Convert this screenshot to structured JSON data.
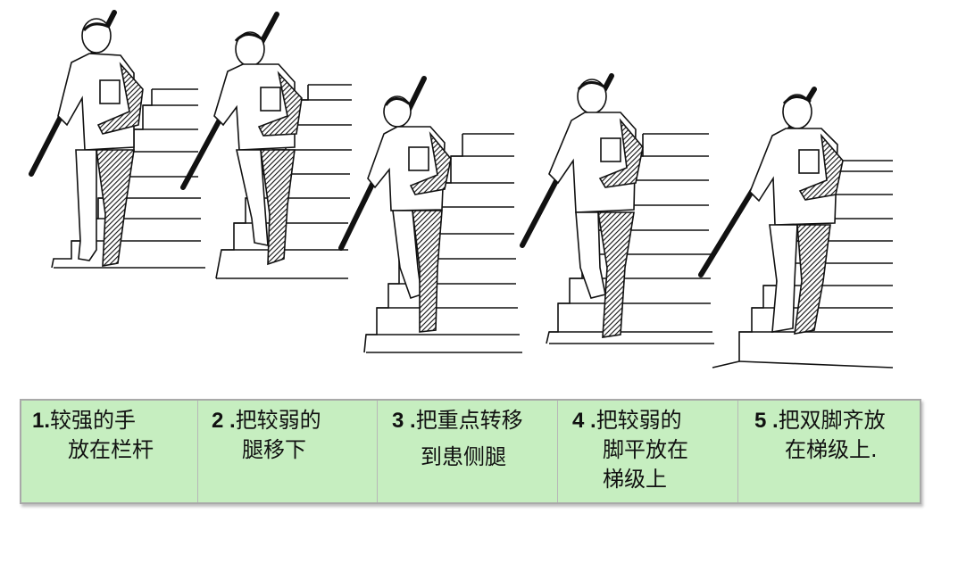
{
  "steps": [
    {
      "number": "1.",
      "lines": [
        "较强的手",
        "放在栏杆"
      ]
    },
    {
      "number": "2 .",
      "lines": [
        "把较弱的",
        "腿移下"
      ]
    },
    {
      "number": "3 .",
      "lines": [
        "把重点转移",
        "到患侧腿"
      ]
    },
    {
      "number": "4 .",
      "lines": [
        "把较弱的",
        "脚平放在",
        "梯级上"
      ]
    },
    {
      "number": "5 .",
      "lines": [
        "把双脚齐放",
        "在梯级上."
      ]
    }
  ],
  "colors": {
    "cell_fill": "#c6eec0",
    "border": "#a9a9a9",
    "ink": "#111111"
  }
}
